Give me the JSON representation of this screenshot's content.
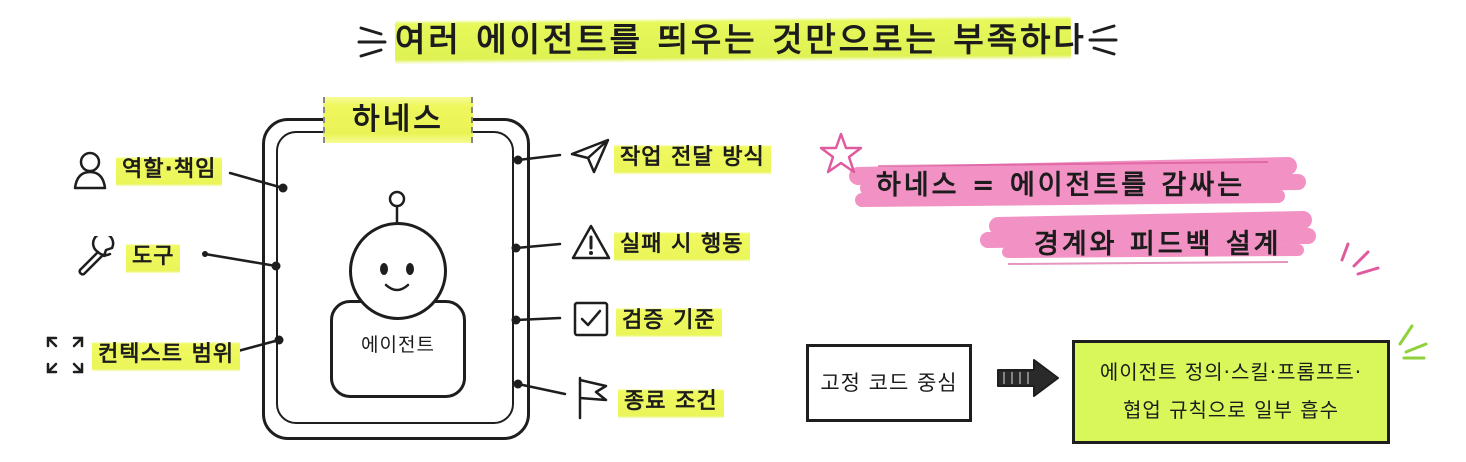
{
  "title": "여러 에이전트를 띄우는 것만으로는 부족하다",
  "harness": {
    "label": "하네스",
    "agent_label": "에이전트",
    "left_items": [
      {
        "label": "역할·책임",
        "icon": "person-icon"
      },
      {
        "label": "도구",
        "icon": "wrench-icon"
      },
      {
        "label": "컨텍스트 범위",
        "icon": "expand-arrows-icon"
      }
    ],
    "right_items": [
      {
        "label": "작업 전달 방식",
        "icon": "paper-plane-icon"
      },
      {
        "label": "실패 시 행동",
        "icon": "warning-icon"
      },
      {
        "label": "검증 기준",
        "icon": "checkbox-icon"
      },
      {
        "label": "종료 조건",
        "icon": "flag-icon"
      }
    ]
  },
  "definition": {
    "line1": "하네스 = 에이전트를  감싸는",
    "line2": "경계와 피드백 설계"
  },
  "shift": {
    "from": "고정 코드 중심",
    "to_line1": "에이전트 정의·스킬·프롬프트·",
    "to_line2": "협업 규칙으로 일부 흡수"
  },
  "colors": {
    "highlight_yellow": "#eef75c",
    "highlight_pink": "#f08cc0",
    "box_green": "#d9f75a",
    "ink": "#1e1e1e"
  }
}
